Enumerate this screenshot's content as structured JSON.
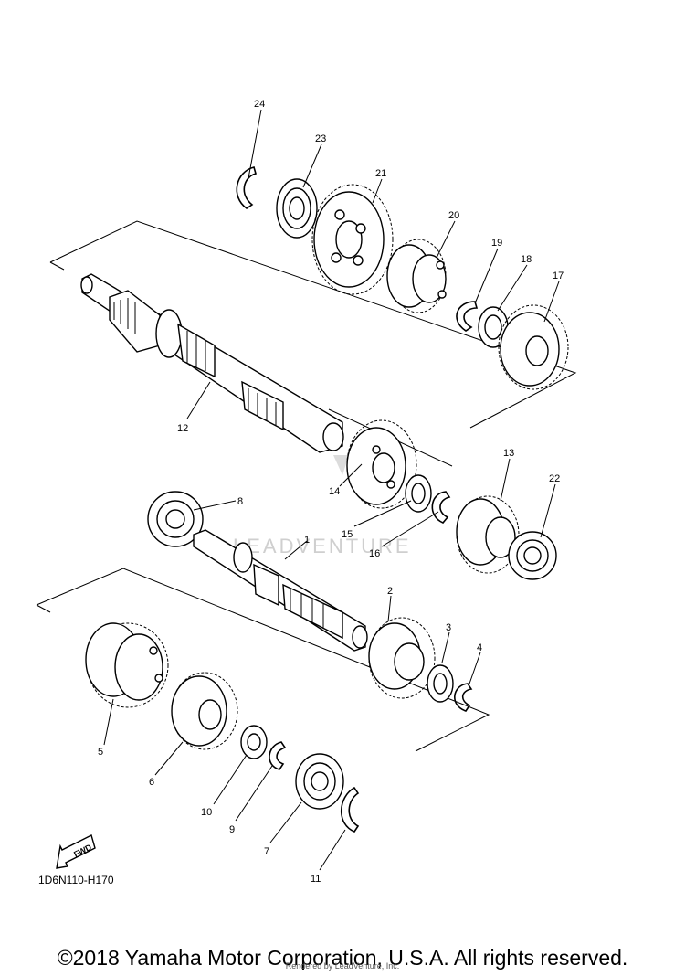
{
  "diagram": {
    "watermark": "LEADVENTURE",
    "fwd_label": "FWD",
    "diagram_code": "1D6N110-H170",
    "callouts": {
      "p1": "1",
      "p2": "2",
      "p3": "3",
      "p4": "4",
      "p5": "5",
      "p6": "6",
      "p7": "7",
      "p8": "8",
      "p9": "9",
      "p10": "10",
      "p11": "11",
      "p12": "12",
      "p13": "13",
      "p14": "14",
      "p15": "15",
      "p16": "16",
      "p17": "17",
      "p18": "18",
      "p19": "19",
      "p20": "20",
      "p21": "21",
      "p22": "22",
      "p23": "23",
      "p24": "24"
    }
  },
  "footer": {
    "copyright": "©2018 Yamaha Motor Corporation, U.S.A. All rights reserved.",
    "rendered_by": "Rendered by LeadVenture, Inc."
  }
}
